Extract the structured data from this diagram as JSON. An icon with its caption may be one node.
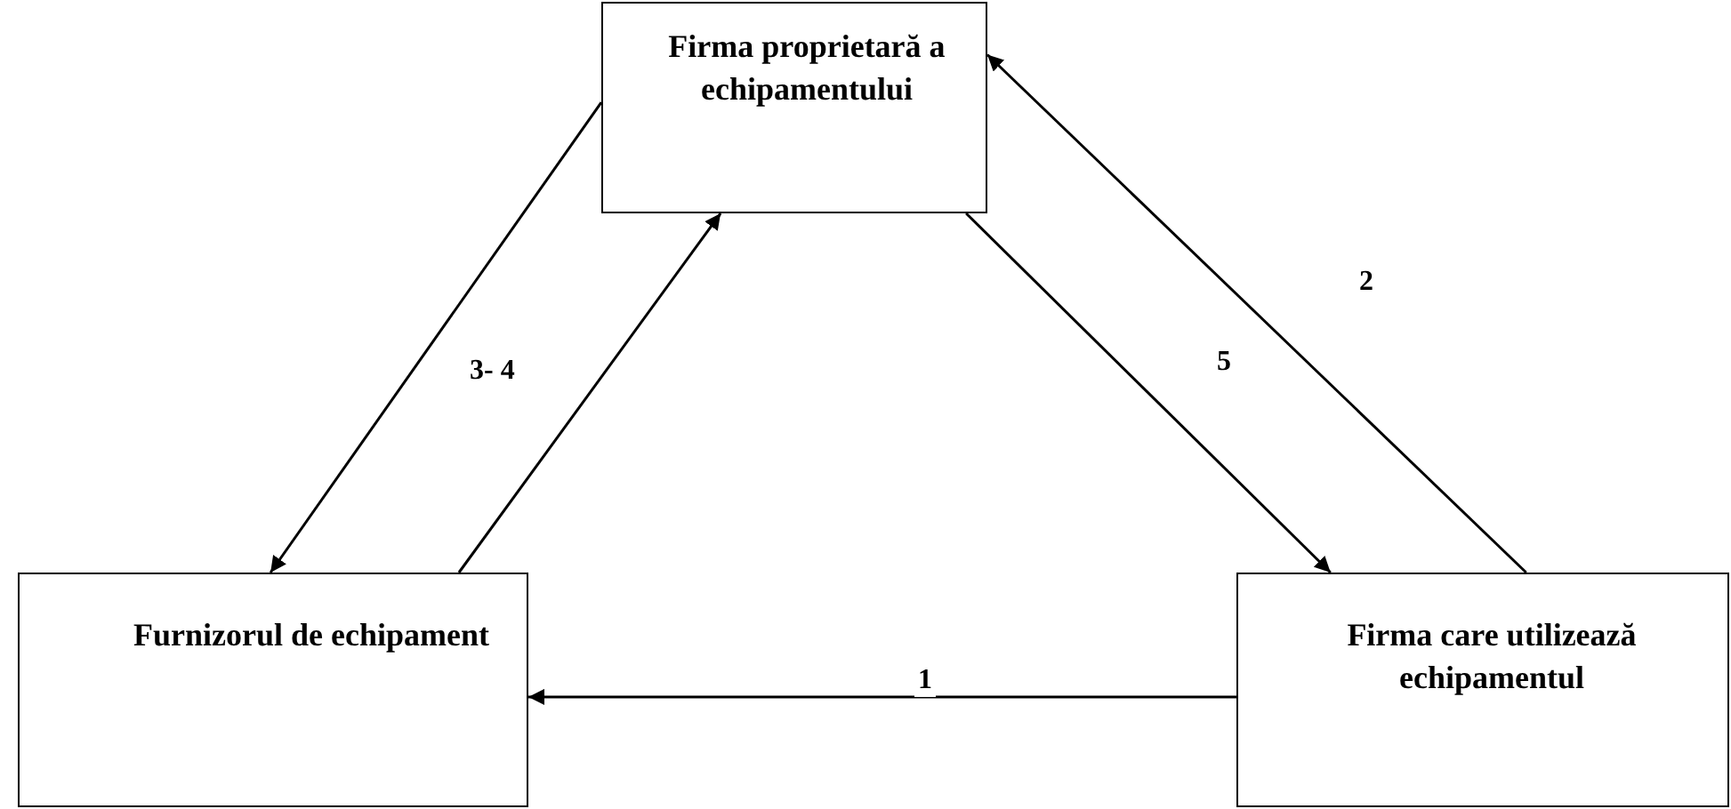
{
  "diagram": {
    "nodes": [
      {
        "text": [
          "Firma proprietară a echipamentului"
        ]
      },
      {
        "text": [
          "Furnizorul de echipament"
        ]
      },
      {
        "text": [
          "Firma care utilizează echipamentul"
        ]
      }
    ],
    "edges": [
      {
        "from": 0,
        "to": 1,
        "arrow": "to",
        "label": "3- 4"
      },
      {
        "from": 1,
        "to": 0,
        "arrow": "to"
      },
      {
        "from": 0,
        "to": 2,
        "arrow": "to",
        "label": "5"
      },
      {
        "from": 2,
        "to": 0,
        "arrow": "to",
        "label": "2"
      },
      {
        "from": 2,
        "to": 1,
        "arrow": "to",
        "label": "1"
      }
    ]
  }
}
